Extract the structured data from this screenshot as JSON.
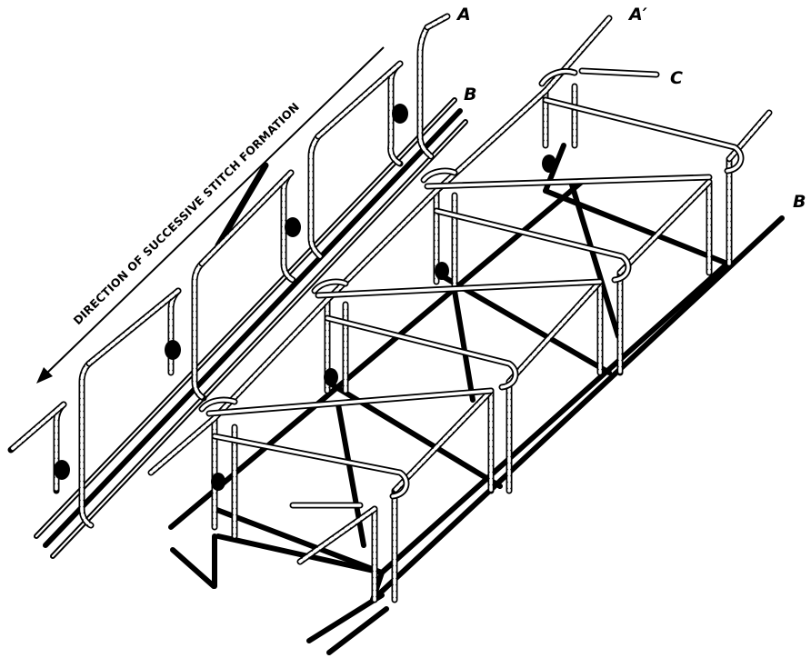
{
  "direction_label": "DIRECTION OF SUCCESSIVE STITCH FORMATION",
  "labels": {
    "a": "A",
    "a_prime": "A′",
    "b_left": "B",
    "b_right": "B",
    "c": "C"
  },
  "colors": {
    "ink": "#000000",
    "paper": "#ffffff"
  }
}
